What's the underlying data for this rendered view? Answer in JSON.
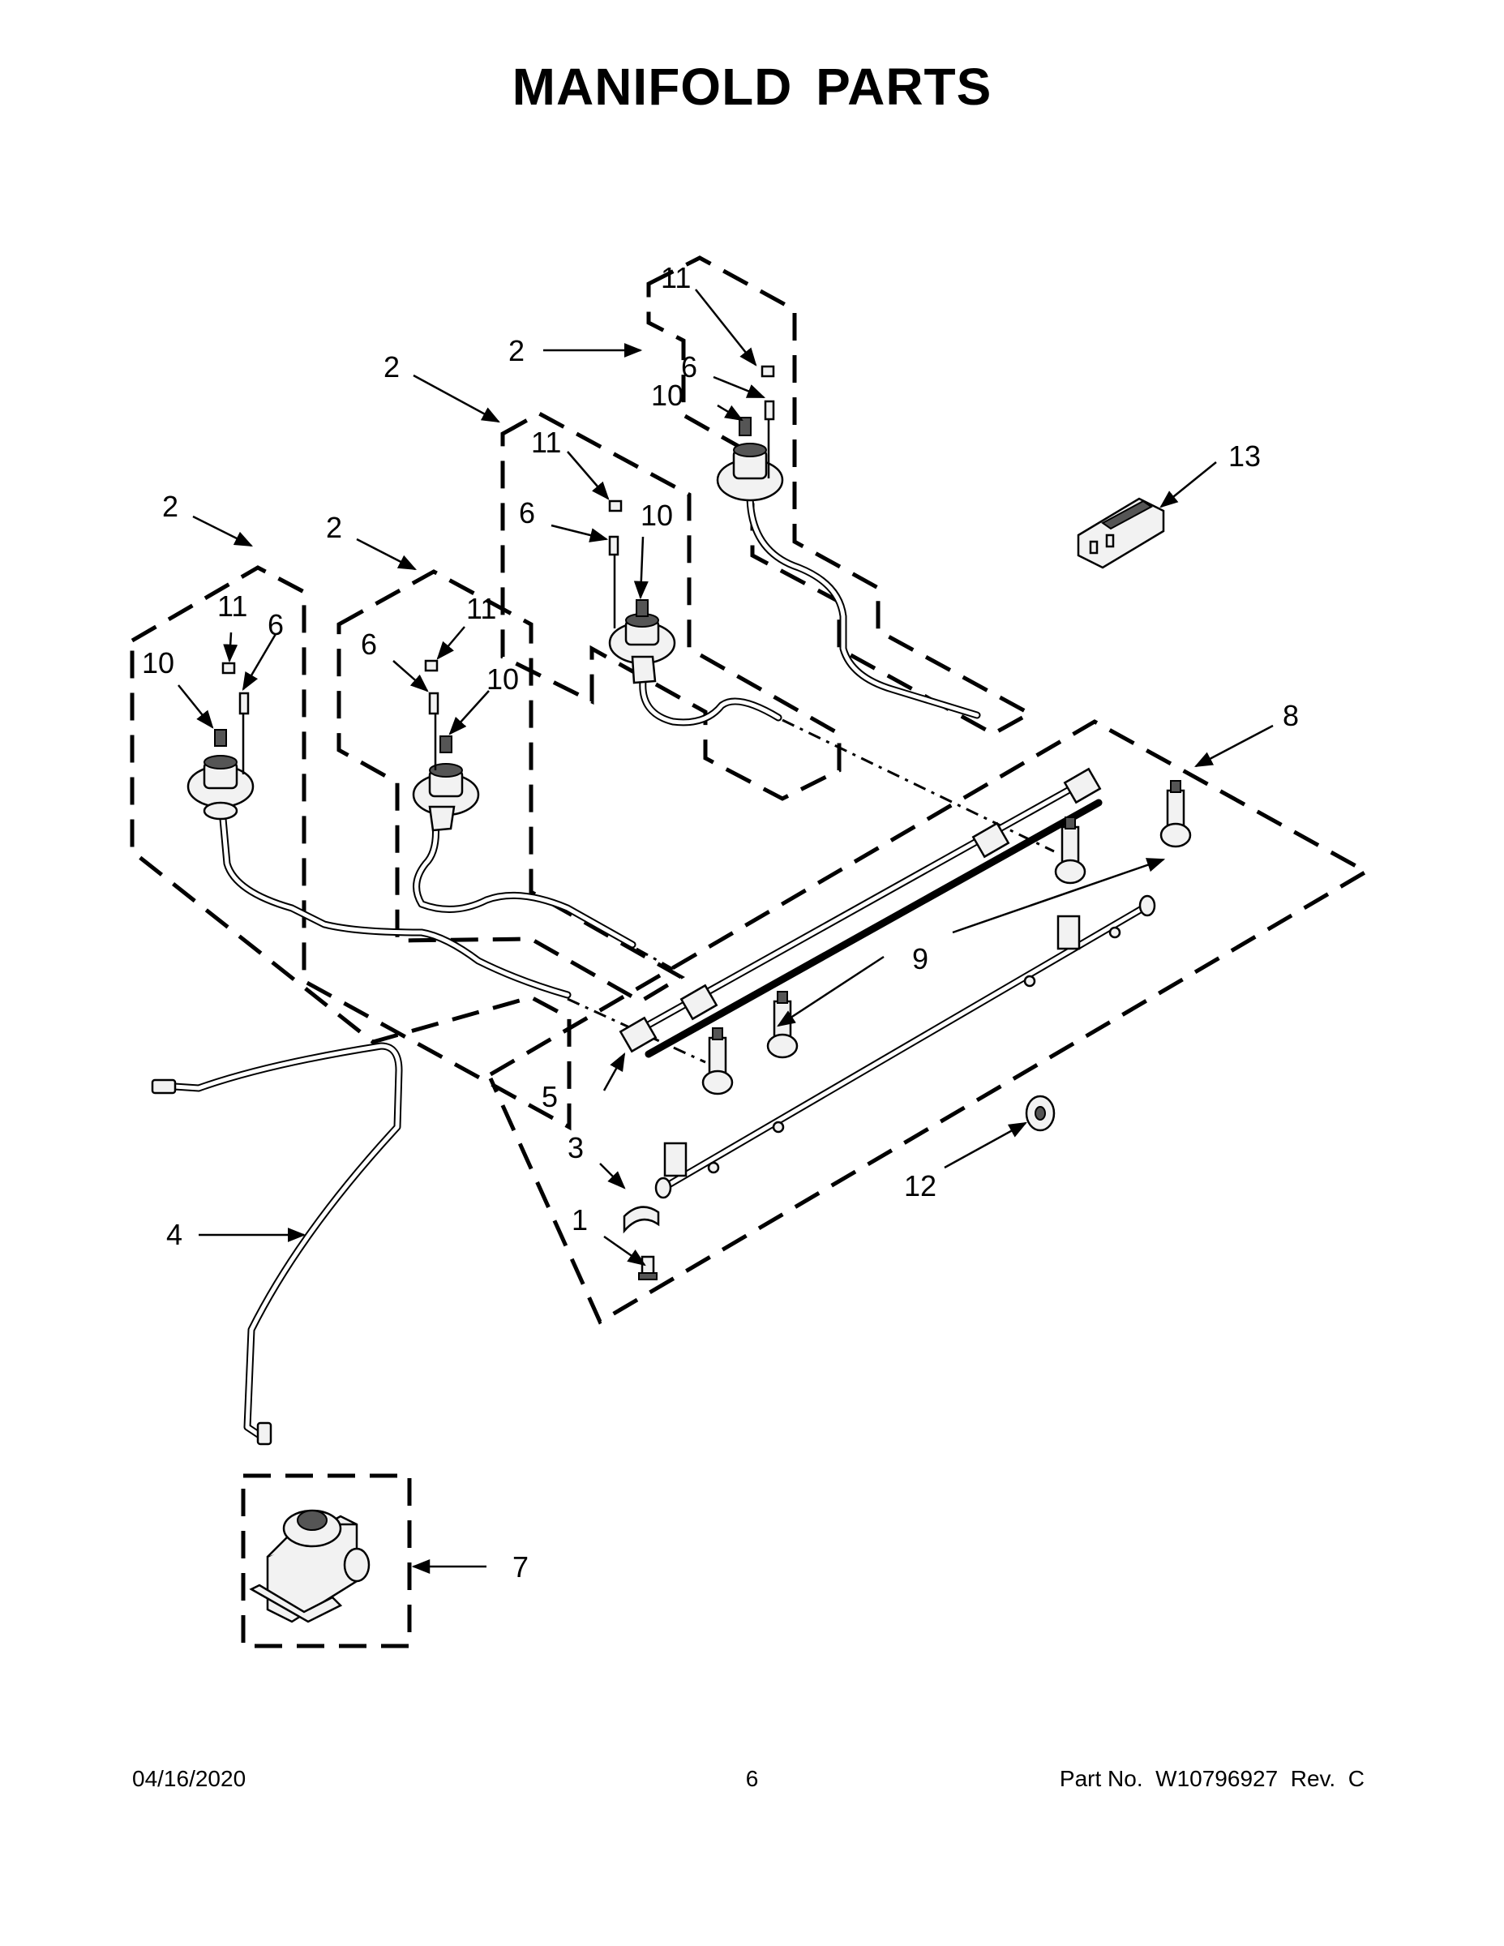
{
  "title": "MANIFOLD PARTS",
  "footer": {
    "date": "04/16/2020",
    "page_number": "6",
    "part_number": "Part No.  W10796927  Rev.  C"
  },
  "callouts": [
    {
      "id": "c1",
      "label": "1"
    },
    {
      "id": "c2a",
      "label": "2"
    },
    {
      "id": "c2b",
      "label": "2"
    },
    {
      "id": "c2c",
      "label": "2"
    },
    {
      "id": "c2d",
      "label": "2"
    },
    {
      "id": "c3",
      "label": "3"
    },
    {
      "id": "c4",
      "label": "4"
    },
    {
      "id": "c5",
      "label": "5"
    },
    {
      "id": "c6a",
      "label": "6"
    },
    {
      "id": "c6b",
      "label": "6"
    },
    {
      "id": "c6c",
      "label": "6"
    },
    {
      "id": "c6d",
      "label": "6"
    },
    {
      "id": "c7",
      "label": "7"
    },
    {
      "id": "c8",
      "label": "8"
    },
    {
      "id": "c9",
      "label": "9"
    },
    {
      "id": "c10a",
      "label": "10"
    },
    {
      "id": "c10b",
      "label": "10"
    },
    {
      "id": "c10c",
      "label": "10"
    },
    {
      "id": "c10d",
      "label": "10"
    },
    {
      "id": "c11a",
      "label": "11"
    },
    {
      "id": "c11b",
      "label": "11"
    },
    {
      "id": "c11c",
      "label": "11"
    },
    {
      "id": "c11d",
      "label": "11"
    },
    {
      "id": "c12",
      "label": "12"
    },
    {
      "id": "c13",
      "label": "13"
    }
  ]
}
